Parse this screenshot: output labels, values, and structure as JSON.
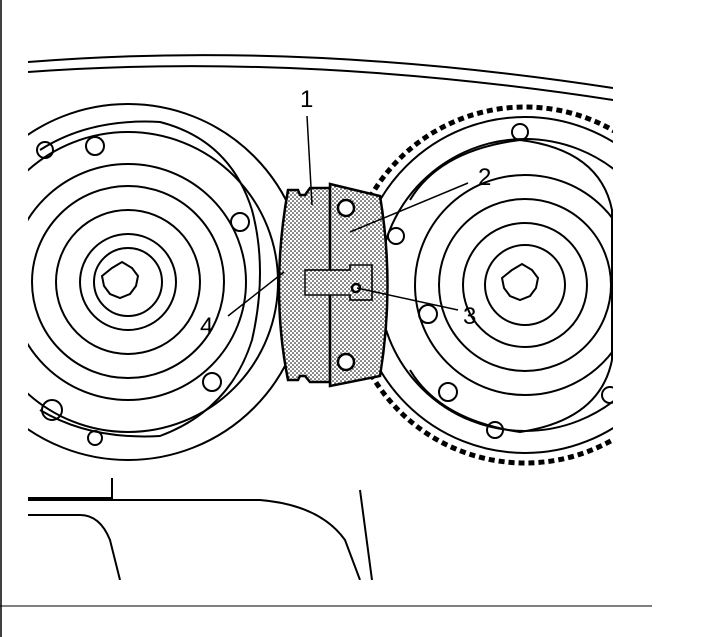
{
  "figure": {
    "callouts": [
      {
        "id": "1",
        "label": "1"
      },
      {
        "id": "2",
        "label": "2"
      },
      {
        "id": "3",
        "label": "3"
      },
      {
        "id": "4",
        "label": "4"
      }
    ],
    "colors": {
      "line": "#000000",
      "background": "#ffffff",
      "tool_fill": "#cfcfcf"
    }
  }
}
